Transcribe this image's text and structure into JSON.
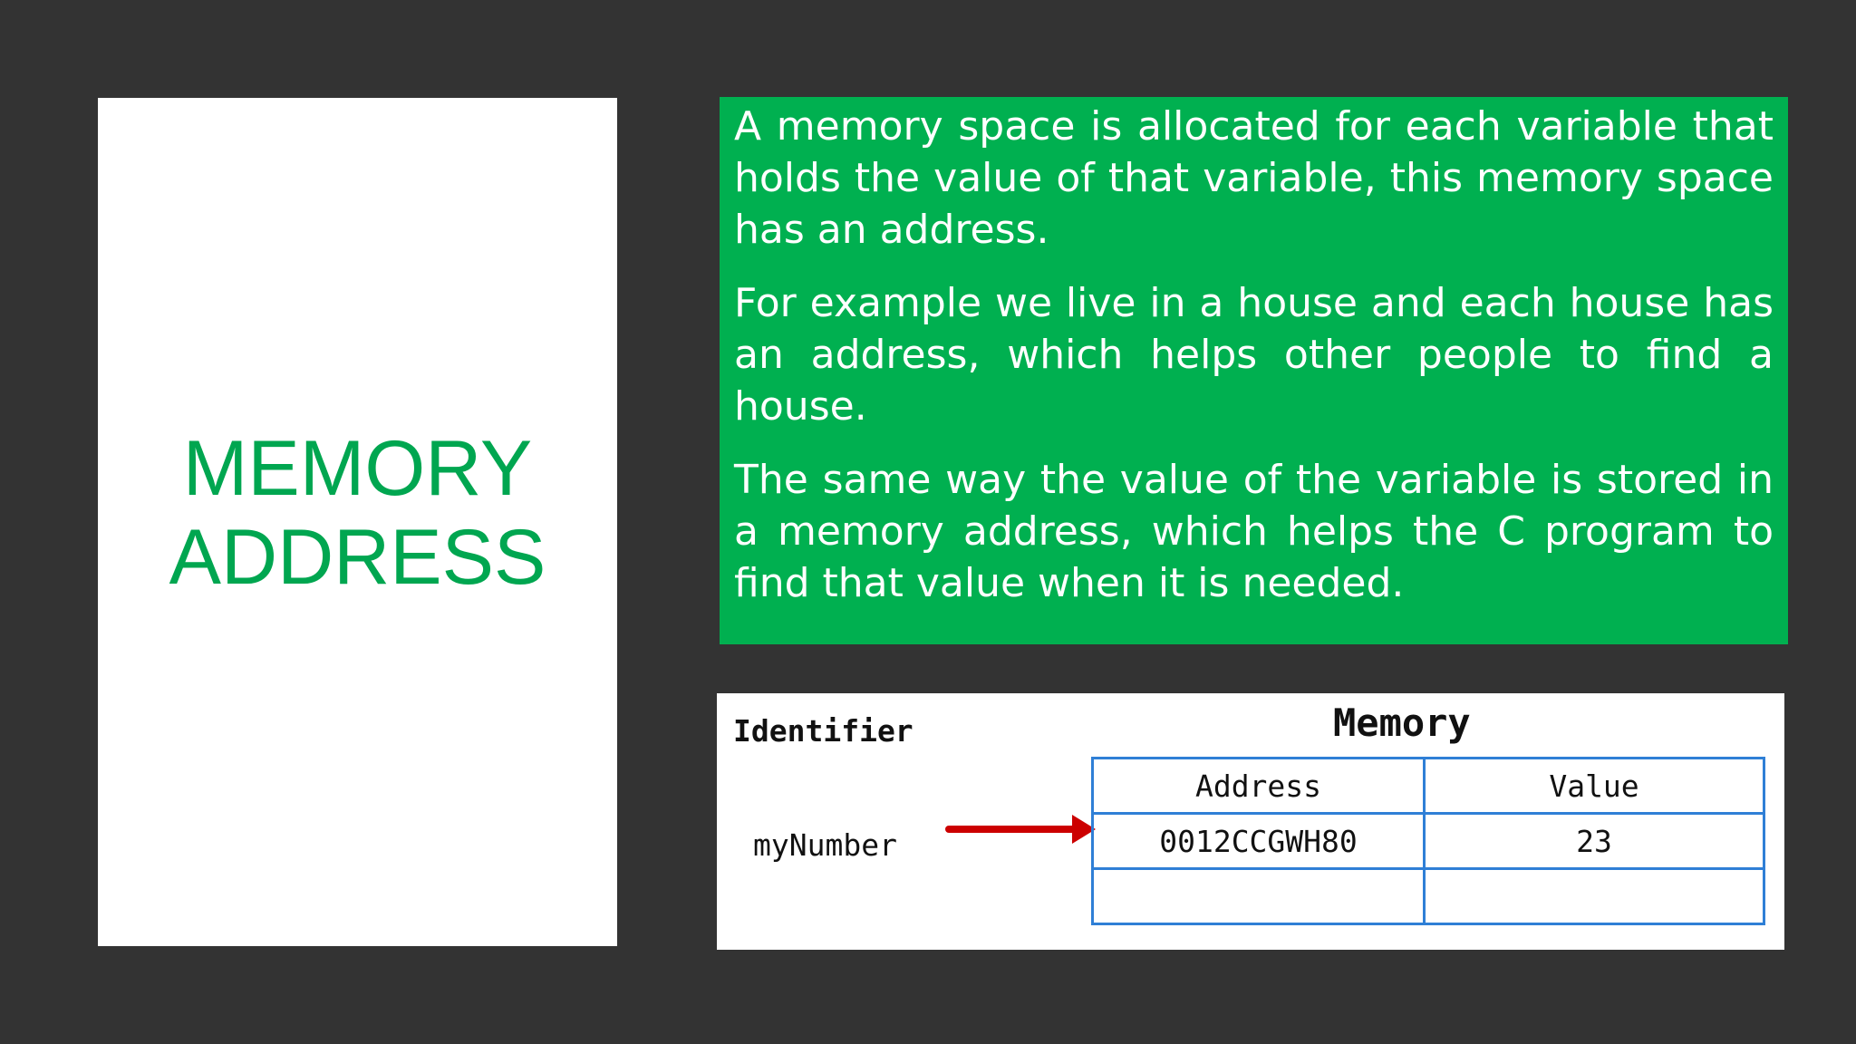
{
  "title": {
    "line1": "MEMORY",
    "line2": "ADDRESS"
  },
  "explanation": {
    "paragraphs": [
      "A memory space is allocated for each variable that holds the value of that variable, this memory space has an address.",
      "For example we live in a house and each house has an address, which helps other people to find a house.",
      "The same way the value of the variable is stored in a memory address, which helps the C program to find that value when it is needed."
    ]
  },
  "diagram": {
    "identifier_heading": "Identifier",
    "memory_heading": "Memory",
    "variable_name": "myNumber",
    "columns": [
      "Address",
      "Value"
    ],
    "rows": [
      [
        "0012CCGWH80",
        "23"
      ],
      [
        "",
        ""
      ]
    ]
  },
  "colors": {
    "background": "#333333",
    "accent_green": "#00b050",
    "title_green": "#00a650",
    "table_border": "#2f7fd6",
    "arrow_red": "#cc0000"
  }
}
